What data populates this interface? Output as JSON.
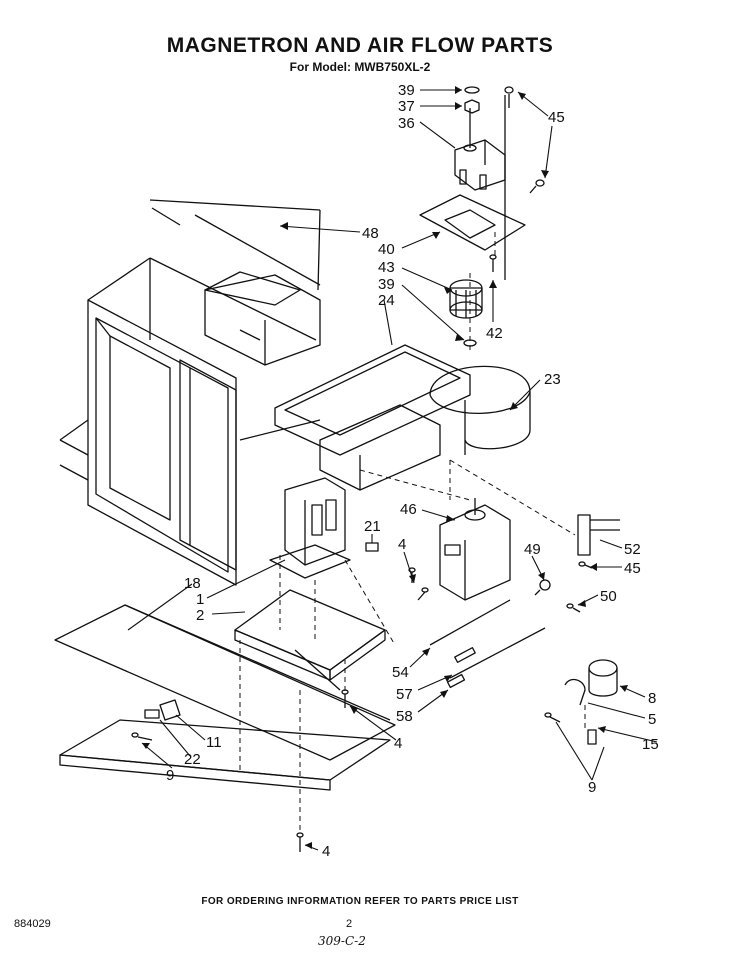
{
  "title": "MAGNETRON AND AIR FLOW PARTS",
  "subtitle": "For Model: MWB750XL-2",
  "footer": "FOR ORDERING INFORMATION REFER TO PARTS PRICE LIST",
  "doc_number": "884029",
  "page_number": "2",
  "handwritten_note": "309-C-2",
  "callouts": [
    "39",
    "37",
    "36",
    "45",
    "48",
    "40",
    "43",
    "39",
    "24",
    "42",
    "23",
    "46",
    "21",
    "4",
    "18",
    "1",
    "2",
    "49",
    "52",
    "45",
    "50",
    "54",
    "57",
    "58",
    "8",
    "5",
    "15",
    "11",
    "22",
    "9",
    "4",
    "9",
    "4"
  ]
}
